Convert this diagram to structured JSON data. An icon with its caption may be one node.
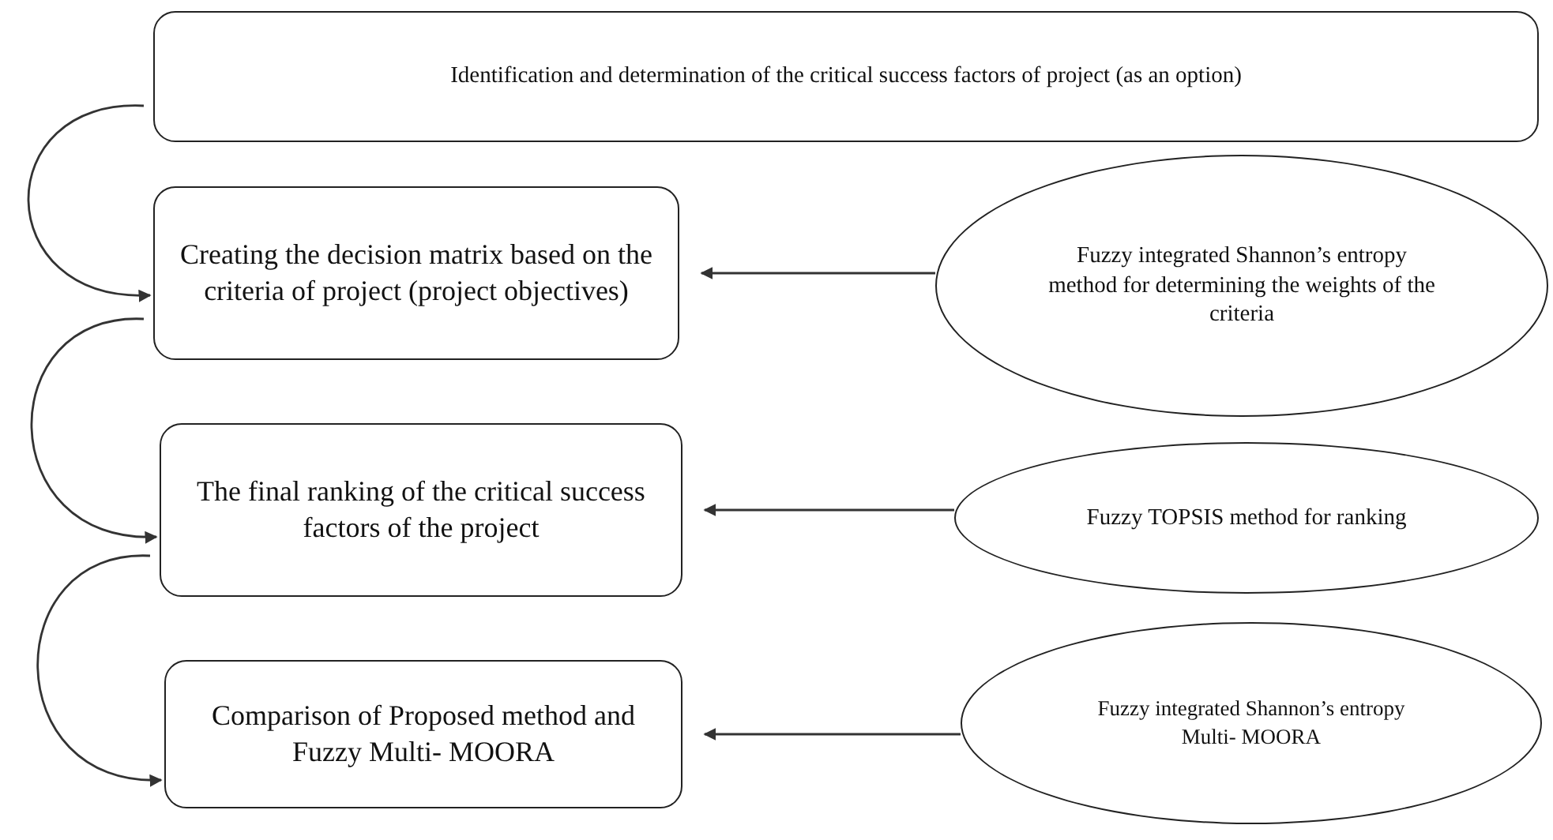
{
  "diagram": {
    "nodes": [
      {
        "text": [
          "Identification and determination of the critical success factors of project (as an option)"
        ]
      },
      {
        "text": [
          "Creating the decision matrix based on the criteria of project (project objectives)"
        ]
      },
      {
        "text": [
          "The final ranking of the critical success factors of the project"
        ]
      },
      {
        "text": [
          "Comparison of Proposed method and Fuzzy Multi- MOORA"
        ]
      },
      {
        "text": [
          "Fuzzy integrated Shannon’s entropy method for determining the weights of the criteria"
        ]
      },
      {
        "text": [
          "Fuzzy TOPSIS method for ranking"
        ]
      },
      {
        "text": [
          "Fuzzy integrated Shannon’s entropy Multi- MOORA"
        ]
      }
    ],
    "edges": [
      {
        "from": 0,
        "to": 1,
        "arrow": "to"
      },
      {
        "from": 1,
        "to": 2,
        "arrow": "to"
      },
      {
        "from": 2,
        "to": 3,
        "arrow": "to"
      },
      {
        "from": 4,
        "to": 1,
        "arrow": "to"
      },
      {
        "from": 5,
        "to": 2,
        "arrow": "to"
      },
      {
        "from": 6,
        "to": 3,
        "arrow": "to"
      }
    ]
  }
}
